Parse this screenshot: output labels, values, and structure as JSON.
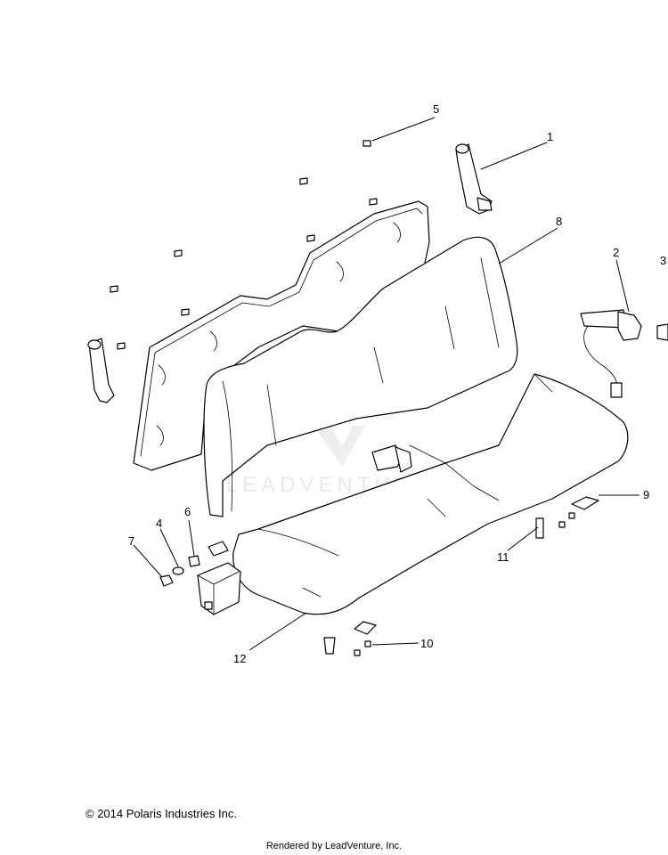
{
  "callouts": [
    "1",
    "2",
    "3",
    "4",
    "5",
    "6",
    "7",
    "8",
    "9",
    "10",
    "11",
    "12"
  ],
  "watermark": "LEADVENTURE",
  "copyright": "© 2014 Polaris Industries Inc.",
  "footer": "Rendered by LeadVenture, Inc."
}
